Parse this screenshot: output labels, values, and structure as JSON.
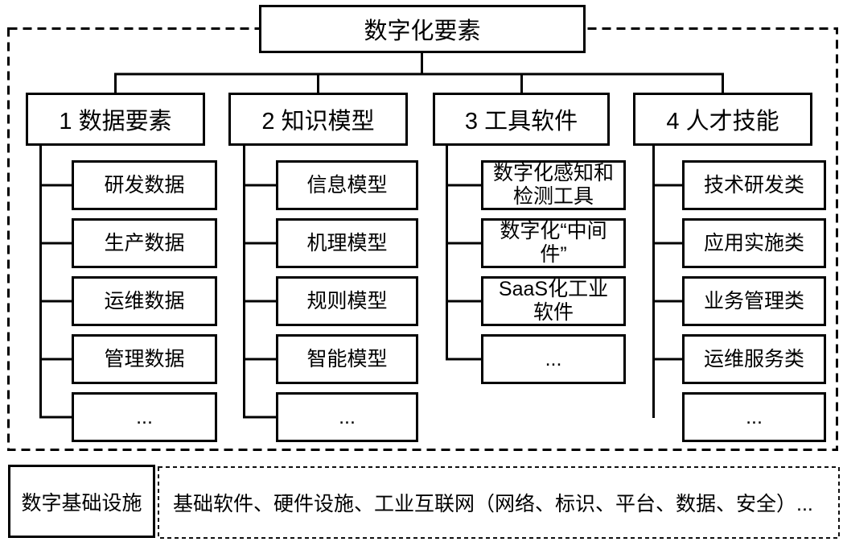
{
  "root": {
    "label": "数字化要素"
  },
  "columns": [
    {
      "label": "1 数据要素",
      "children": [
        "研发数据",
        "生产数据",
        "运维数据",
        "管理数据",
        "..."
      ]
    },
    {
      "label": "2 知识模型",
      "children": [
        "信息模型",
        "机理模型",
        "规则模型",
        "智能模型",
        "..."
      ]
    },
    {
      "label": "3 工具软件",
      "children": [
        "数字化感知和\n检测工具",
        "数字化“中间\n件”",
        "SaaS化工业\n软件",
        "..."
      ]
    },
    {
      "label": "4 人才技能",
      "children": [
        "技术研发类",
        "应用实施类",
        "业务管理类",
        "运维服务类",
        "..."
      ]
    }
  ],
  "foundation": {
    "label": "数字基础设施",
    "description": "基础软件、硬件设施、工业互联网（网络、标识、平台、数据、安全）..."
  },
  "colors": {
    "line": "#000000",
    "background": "#ffffff"
  }
}
